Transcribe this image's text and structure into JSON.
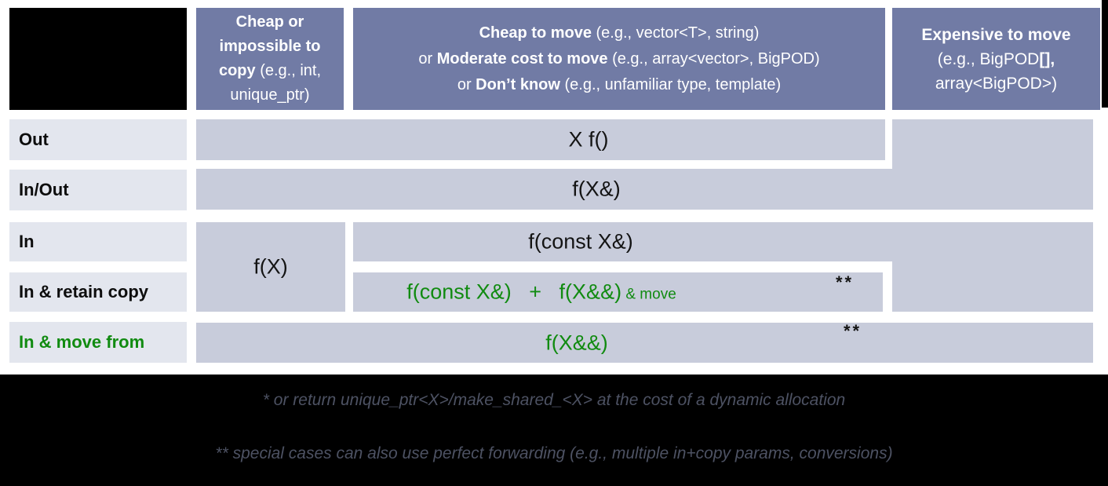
{
  "colors": {
    "header_bg": "#717ba5",
    "header_text": "#ffffff",
    "cell_bg": "#c8ccdb",
    "label_bg": "#e3e6ee",
    "green": "#118b11",
    "footnote": "#4d5263",
    "slide_black": "#000000"
  },
  "header": {
    "col1": {
      "lines": [
        [
          {
            "t": "Cheap or",
            "b": true
          }
        ],
        [
          {
            "t": "impossible to",
            "b": true
          }
        ],
        [
          {
            "t": "copy",
            "b": true
          },
          {
            "t": " (e.g., int,"
          }
        ],
        [
          {
            "t": "unique_ptr)"
          }
        ]
      ]
    },
    "col2": {
      "lines": [
        [
          {
            "t": "Cheap to move",
            "b": true
          },
          {
            "t": " (e.g., vector<T>, string)"
          }
        ],
        [
          {
            "t": "or "
          },
          {
            "t": "Moderate cost to move",
            "b": true
          },
          {
            "t": " (e.g., array<vector>, BigPOD)"
          }
        ],
        [
          {
            "t": "or "
          },
          {
            "t": "Don’t know",
            "b": true
          },
          {
            "t": " (e.g., unfamiliar type, template)"
          }
        ]
      ]
    },
    "col3": {
      "lines": [
        [
          {
            "t": "Expensive to move",
            "b": true
          }
        ],
        [
          {
            "t": "(e.g., BigPOD"
          },
          {
            "t": "[],",
            "b": true
          }
        ],
        [
          {
            "t": "array<BigPOD>)"
          }
        ]
      ]
    }
  },
  "row_labels": {
    "out": "Out",
    "inout": "In/Out",
    "in": "In",
    "retain": "In & retain copy",
    "movefrom": "In & move from"
  },
  "cells": {
    "out_return_value": "X f()",
    "inout_ref": "f(X&)",
    "in_byvalue": "f(X)",
    "in_constref": "f(const X&)",
    "retain_combo": [
      {
        "t": "f(const X&)"
      },
      {
        "t": "   +   "
      },
      {
        "t": "f(X&&)"
      },
      {
        "t": " & move",
        "s": true
      }
    ],
    "retain_footnote_mark": "**",
    "movefrom_rref": "f(X&&)",
    "movefrom_footnote_mark": "**"
  },
  "footnotes": {
    "first": "* or return unique_ptr<X>/make_shared_<X> at the cost of a dynamic allocation",
    "second": "** special cases can also use perfect forwarding (e.g., multiple in+copy params, conversions)"
  }
}
